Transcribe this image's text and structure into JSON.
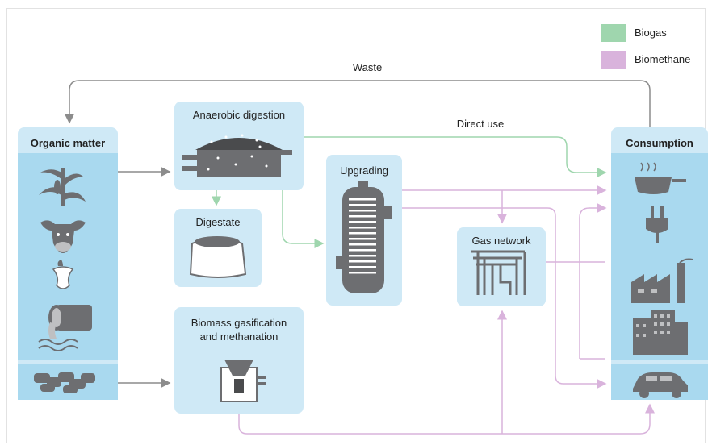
{
  "legend": {
    "biogas": {
      "label": "Biogas",
      "color": "#9fd6ae"
    },
    "biomethane": {
      "label": "Biomethane",
      "color": "#d9b3dc"
    }
  },
  "flows": {
    "waste": "Waste",
    "direct_use": "Direct use"
  },
  "nodes": {
    "organic_matter": "Organic matter",
    "anaerobic_digestion": "Anaerobic digestion",
    "digestate": "Digestate",
    "upgrading": "Upgrading",
    "biomass_gasification": [
      "Biomass gasification",
      "and methanation"
    ],
    "gas_network": "Gas network",
    "consumption": "Consumption"
  },
  "colors": {
    "box_fill": "#cfe9f6",
    "panel_fill": "#a9d9ef",
    "neutral_line": "#8c8c8c",
    "icon_gray": "#6d6e71"
  },
  "icons": {
    "organic_matter": [
      "corn-icon",
      "cow-icon",
      "apple-core-icon",
      "sewage-pipe-icon",
      "wood-pellets-icon"
    ],
    "consumption": [
      "cooking-pot-icon",
      "electric-plug-icon",
      "factory-icon",
      "building-icon",
      "car-icon"
    ]
  }
}
